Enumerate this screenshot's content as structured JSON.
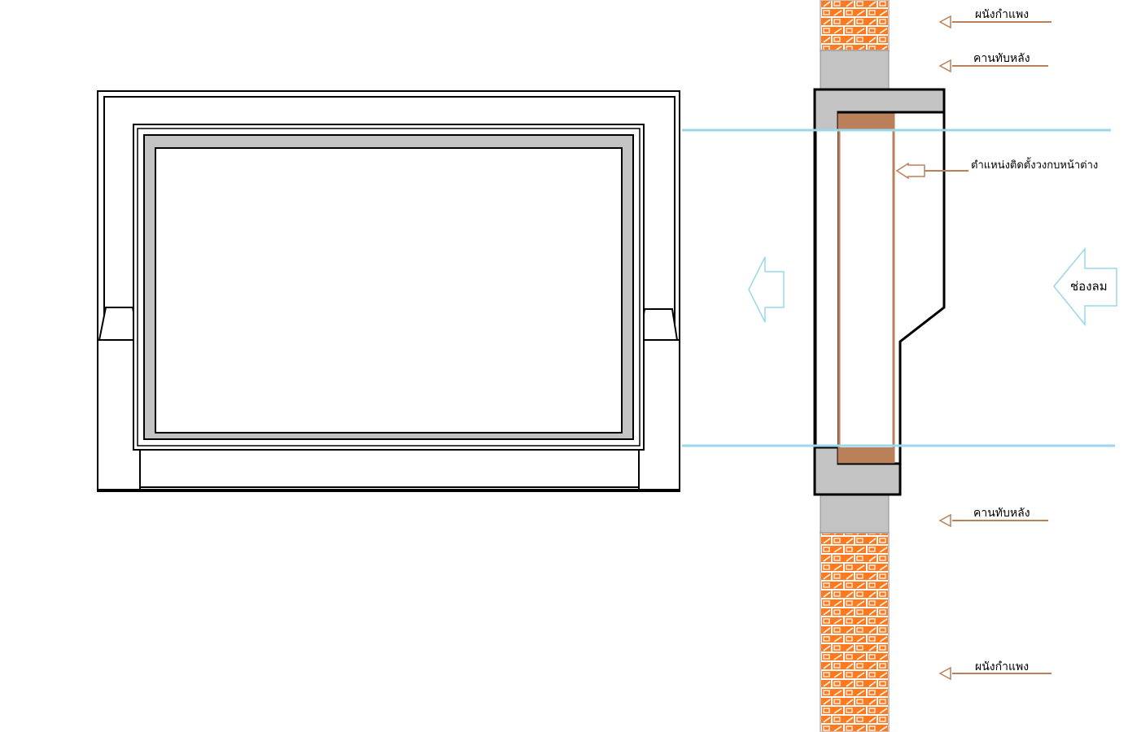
{
  "labels": {
    "wall_top": "ผนังกำแพง",
    "lintel_top": "คานทับหลัง",
    "frame_position": "ตำแหน่งติดตั้งวงกบหน้าต่าง",
    "vent": "ช่องลม",
    "lintel_bottom": "คานทับหลัง",
    "wall_bottom": "ผนังกำแพง"
  },
  "colors": {
    "brick": "#ff7a1e",
    "brick_mortar": "#ffffff",
    "concrete": "#c3c3c3",
    "frame_wood": "#b9805a",
    "guide_line": "#99d8ea",
    "label_arrow": "#b9805a",
    "outline": "#000000"
  },
  "icons": {
    "flow_arrow": "left-arrow-outline-icon",
    "label_arrow": "left-arrow-icon"
  }
}
